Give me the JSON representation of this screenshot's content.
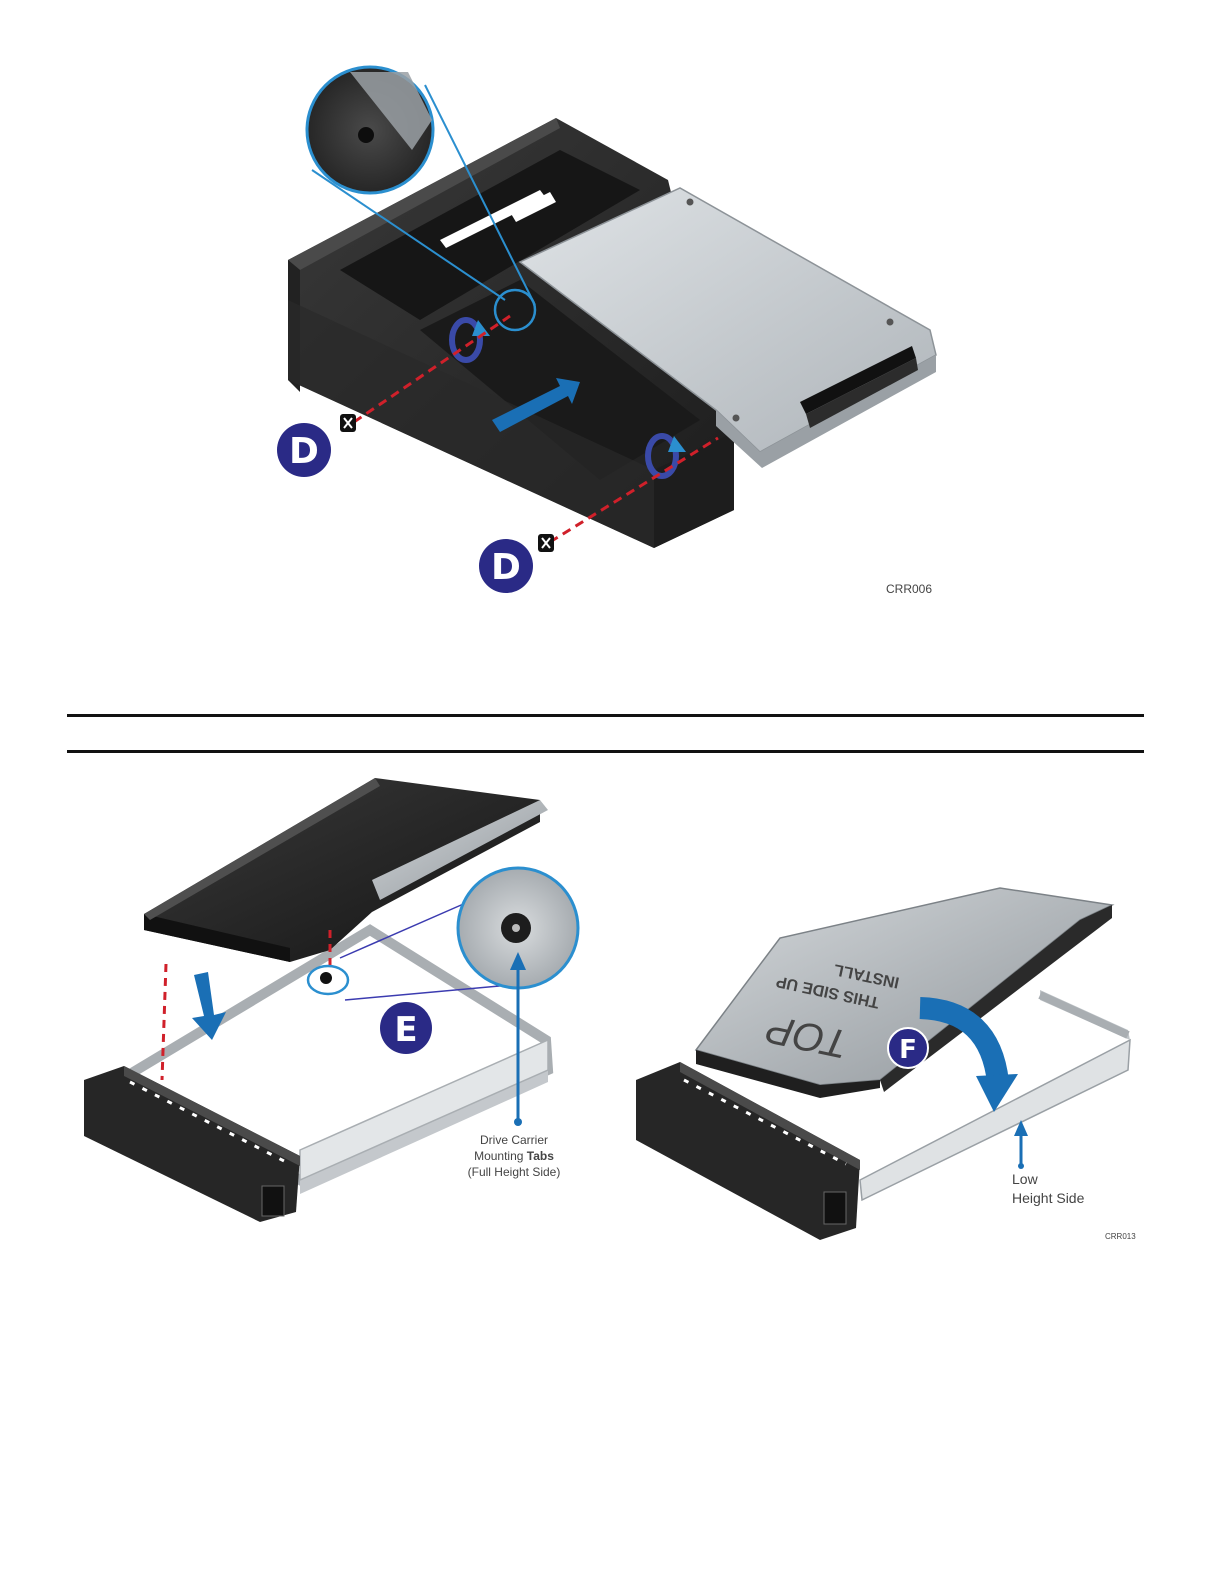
{
  "figure_top": {
    "code": "CRR006",
    "markers": [
      "D",
      "D"
    ]
  },
  "figure_bottom": {
    "code": "CRR013",
    "marker_e": "E",
    "marker_f": "F",
    "callout_tabs_line1": "Drive Carrier",
    "callout_tabs_line2_a": "Mounting ",
    "callout_tabs_line2_b": "Tabs",
    "callout_tabs_line3": "(Full Height Side)",
    "callout_low_line1": "Low",
    "callout_low_line2": "Height Side",
    "drive_top_line1": "INSTALL",
    "drive_top_line2": "THIS SIDE UP",
    "drive_top_line3": "TOP"
  },
  "colors": {
    "marker_fill": "#2a2a86",
    "arrow_blue": "#1a6fb5",
    "dash_red": "#d0202a",
    "carrier_black": "#2b2b2b",
    "metal_grey": "#c7cbcf"
  }
}
